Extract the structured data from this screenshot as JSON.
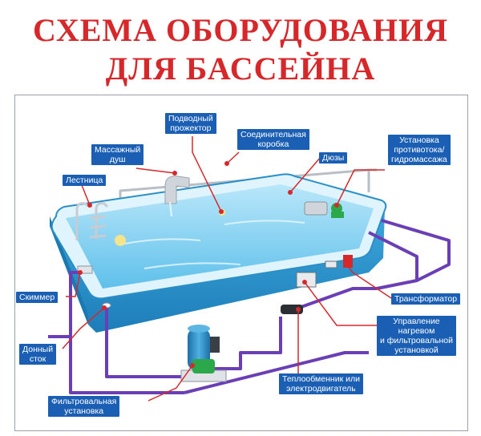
{
  "title": {
    "line1": "СХЕМА ОБОРУДОВАНИЯ",
    "line2": "ДЛЯ БАССЕЙНА"
  },
  "labels": {
    "projector": [
      "Подводный",
      "прожектор"
    ],
    "junction_box": [
      "Соединительная",
      "коробка"
    ],
    "massage_shower": [
      "Массажный",
      "душ"
    ],
    "ladder": "Лестница",
    "nozzles": "Дюзы",
    "counterflow": [
      "Установка",
      "противотока/",
      "гидромассажа"
    ],
    "skimmer": "Скиммер",
    "bottom_drain": [
      "Донный",
      "сток"
    ],
    "transformer": "Трансформатор",
    "control": [
      "Управление",
      "нагревом",
      "и фильтровальной",
      "установкой"
    ],
    "heat_exchanger": [
      "Теплообменник или",
      "электродвигатель"
    ],
    "filter_unit": [
      "Фильтровальная",
      "установка"
    ]
  },
  "colors": {
    "title": "#d6282b",
    "label_bg": "#1a5fb4",
    "label_text": "#ffffff",
    "leader_line": "#d6282b",
    "pipe": "#6a3fb5",
    "pool_water": "#8fd3f0",
    "pool_wall": "#2a8fc6"
  }
}
